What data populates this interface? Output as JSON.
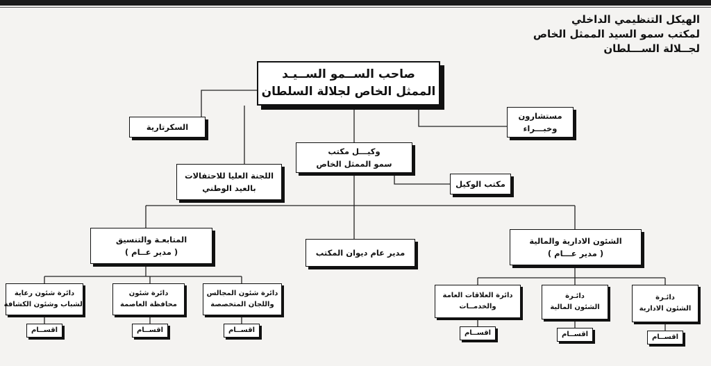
{
  "title": {
    "line1": "الهيكل التنظيمي الداخلي",
    "line2": "لمكتب سمو السيد الممثل الخاص",
    "line3": "لجــلالة الســـلطان"
  },
  "nodes": {
    "root": {
      "line1": "صاحب الســمو الســيـد",
      "line2": "الممثل الخاص لجلالة السلطان"
    },
    "secretariat": {
      "line1": "السكرتارية"
    },
    "advisors": {
      "line1": "مستشارون",
      "line2": "وخبـــراء"
    },
    "deputy": {
      "line1": "وكيـــل مكتب",
      "line2": "سمو الممثل الخاص"
    },
    "committee": {
      "line1": "اللجنة العليا للاحتفالات",
      "line2": "بالعيد الوطني"
    },
    "deputy_office": {
      "line1": "مكتب الوكيل"
    },
    "followup": {
      "line1": "المتابعـة والتنسيق",
      "line2": "( مدير عــام )"
    },
    "office_director": {
      "line1": "مدير عام ديوان المكتب"
    },
    "admin_finance": {
      "line1": "الشئون الادارية والمالية",
      "line2": "( مدير عـــام )"
    },
    "youth_scouts": {
      "line1": "دائرة شئون رعاية",
      "line2": "الشباب وشئون الكشافة"
    },
    "capital": {
      "line1": "دائرة شئون",
      "line2": "محافظة العاصمة"
    },
    "councils": {
      "line1": "دائرة شئون المجالس",
      "line2": "واللجان المتخصصة"
    },
    "public_relations": {
      "line1": "دائرة العلاقات العامة",
      "line2": "والخدمــات"
    },
    "financial": {
      "line1": "دائـرة",
      "line2": "الشئون المالية"
    },
    "administrative": {
      "line1": "دائـرة",
      "line2": "الشئون الادارية"
    }
  },
  "sections_label": "اقســام"
}
